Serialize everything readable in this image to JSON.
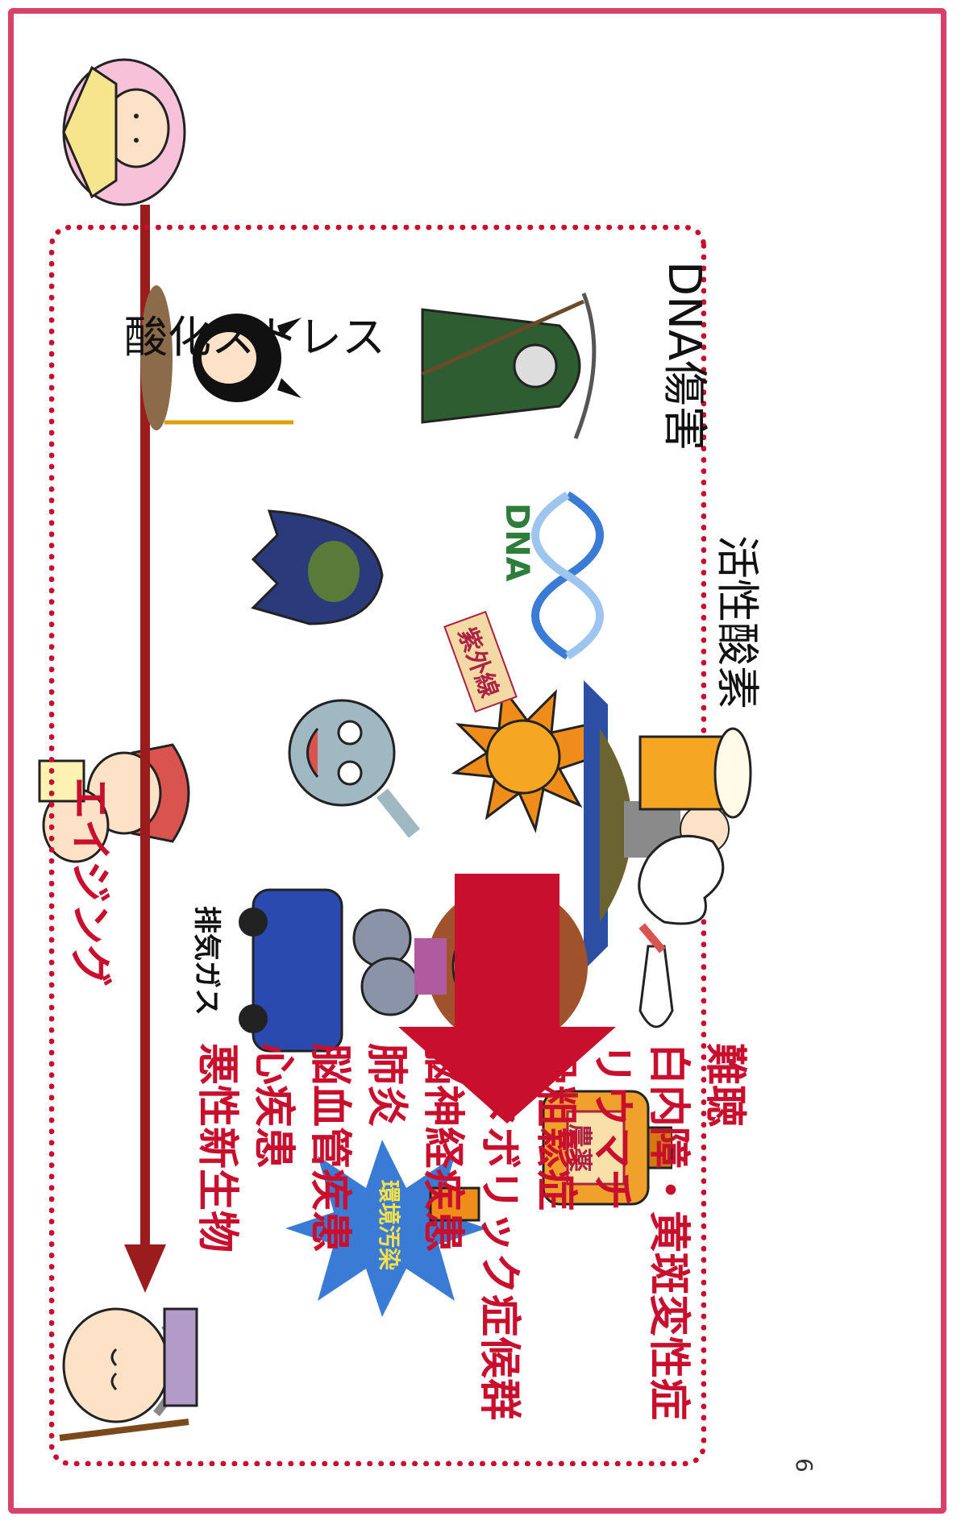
{
  "slide": {
    "page_number": "6",
    "aging_label": "エイジング",
    "causes_box": {
      "oxidative_stress": "酸化ストレス",
      "dna_damage": "DNA傷害",
      "active_oxygen": "活性酸素",
      "exhaust_gas": "排気ガス",
      "environmental_pollution": "環境汚染",
      "uv_rays": "紫外線",
      "pesticide": "農薬",
      "dna_helix_label": "DNA"
    },
    "diseases": [
      "悪性新生物",
      "心疾患",
      "脳血管疾患",
      "肺炎",
      "脳神経疾患",
      "メタボリック症候群",
      "骨粗鬆症",
      "リウマチ",
      "白内障・黄斑変性症",
      "難聴"
    ]
  },
  "colors": {
    "frame": "#d8426a",
    "accent_red": "#c8102e",
    "timeline": "#9b1c1c"
  },
  "icons": [
    "baby-icon",
    "mother-child-icon",
    "elderly-person-icon",
    "devil-icon",
    "grim-reaper-icon",
    "ghost-icon",
    "vampire-icon",
    "sun-icon",
    "meditating-woman-icon",
    "dna-helix-icon",
    "exhaust-truck-icon",
    "factory-pollution-icon",
    "stressed-woman-icon",
    "pesticide-bottle-icon",
    "alcohol-icon",
    "cigarette-icon",
    "beer-icon"
  ]
}
